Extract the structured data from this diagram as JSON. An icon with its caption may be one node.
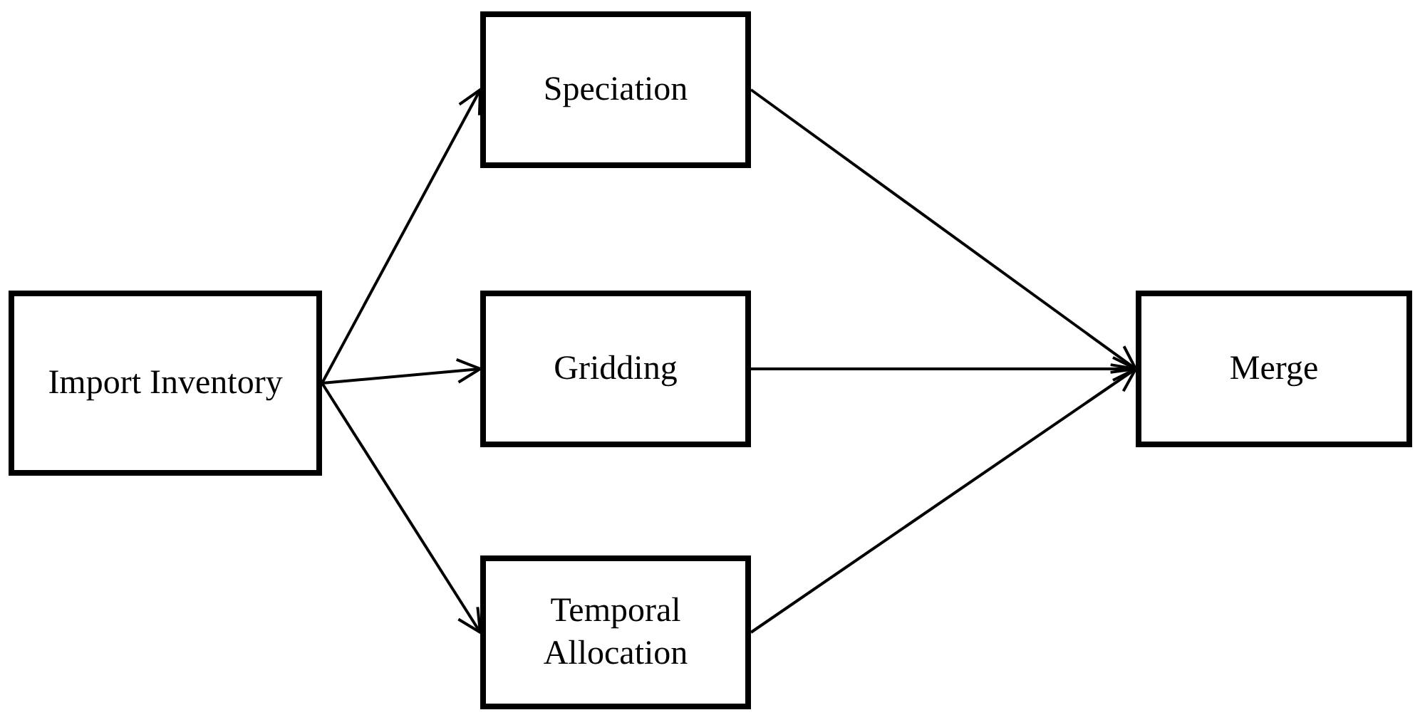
{
  "diagram": {
    "nodes": [
      {
        "text": [
          "Import Inventory"
        ]
      },
      {
        "text": [
          "Speciation"
        ]
      },
      {
        "text": [
          "Gridding"
        ]
      },
      {
        "text": [
          "Temporal Allocation"
        ]
      },
      {
        "text": [
          "Merge"
        ]
      }
    ],
    "edges": [
      {
        "from": 0,
        "to": 1,
        "arrow": "to"
      },
      {
        "from": 0,
        "to": 2,
        "arrow": "to"
      },
      {
        "from": 0,
        "to": 3,
        "arrow": "to"
      },
      {
        "from": 1,
        "to": 4,
        "arrow": "to"
      },
      {
        "from": 2,
        "to": 4,
        "arrow": "to"
      },
      {
        "from": 3,
        "to": 4,
        "arrow": "to"
      }
    ]
  }
}
